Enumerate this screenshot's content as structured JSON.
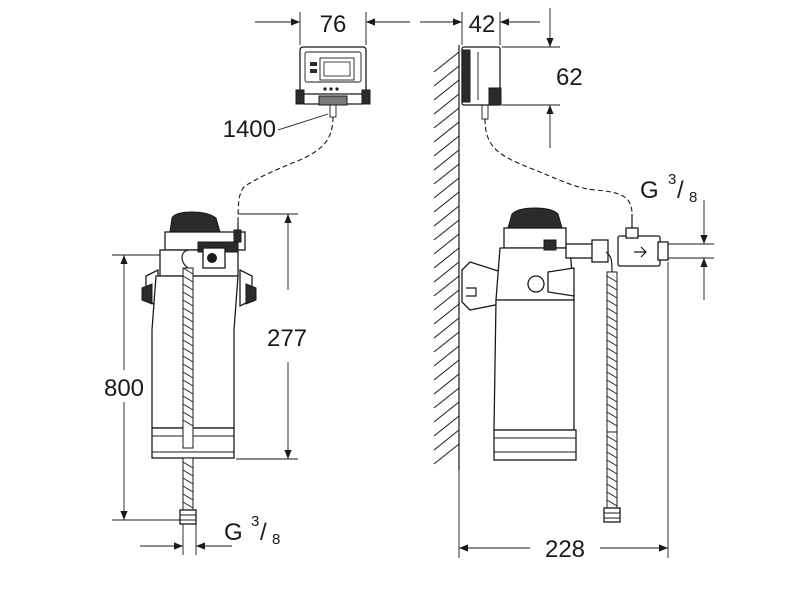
{
  "dimensions": {
    "display_width": "76",
    "display_depth": "42",
    "display_height": "62",
    "cable_length": "1400",
    "head_height": "277",
    "total_height": "800",
    "wall_distance": "228"
  },
  "threads": {
    "outlet": {
      "prefix": "G",
      "numerator": "3",
      "slash": "/",
      "denominator": "8"
    },
    "inlet": {
      "prefix": "G",
      "numerator": "3",
      "slash": "/",
      "denominator": "8"
    }
  }
}
